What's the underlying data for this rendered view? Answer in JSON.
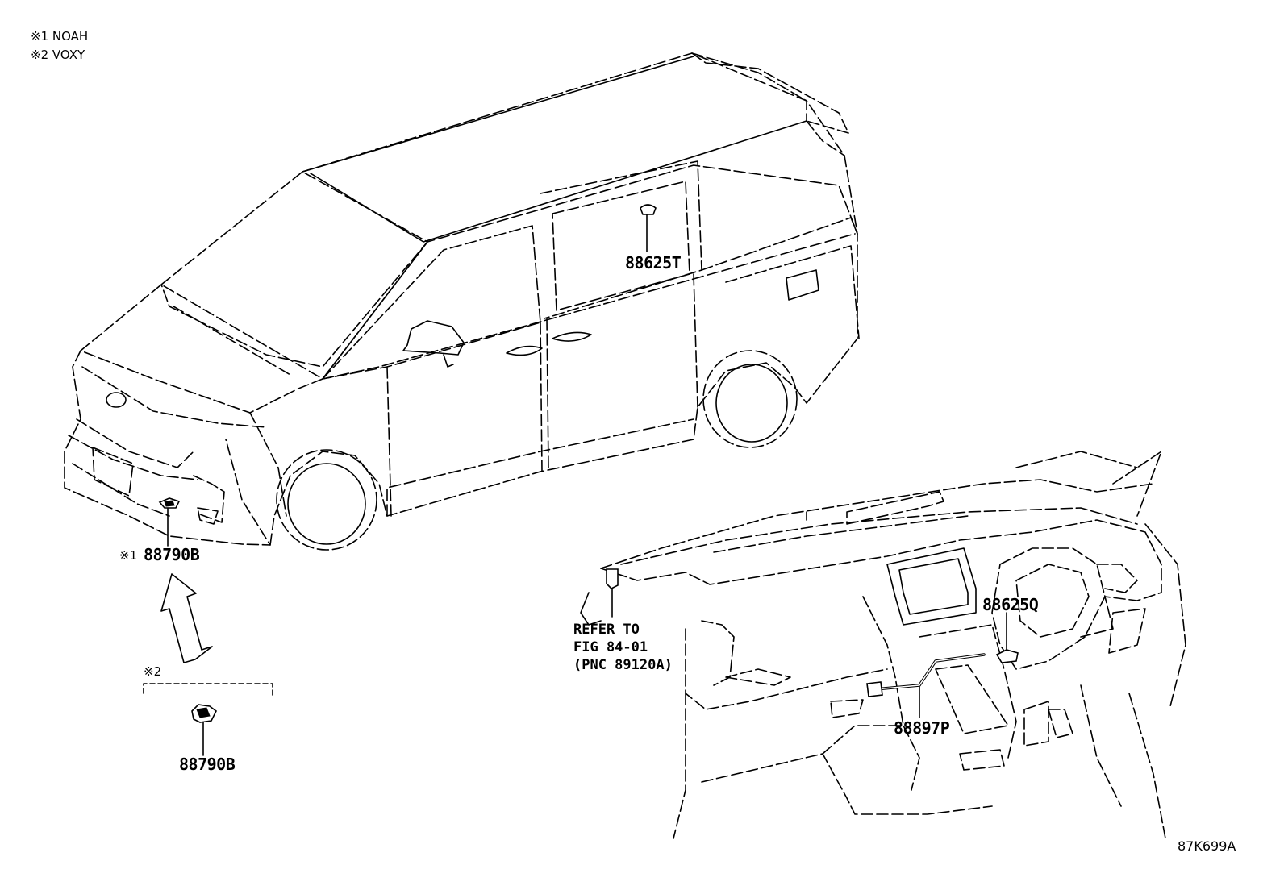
{
  "legend": {
    "note1": "※1 NOAH",
    "note2": "※2 VOXY"
  },
  "labels": {
    "front_sensor_marker": "※1",
    "front_sensor_part": "88790B",
    "voxy_marker": "※2",
    "voxy_sensor_part": "88790B",
    "roof_sensor_part": "88625T",
    "dash_sensor_part": "88625Q",
    "hose_part": "88897P"
  },
  "refer_note": {
    "line1": "REFER TO",
    "line2": "FIG 84-01",
    "line3": "(PNC 89120A)"
  },
  "figure_code": "87K699A"
}
